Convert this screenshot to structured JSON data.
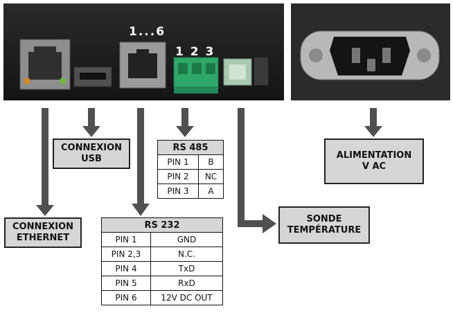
{
  "pin_labels": {
    "rj_range": "1...6",
    "terminal_numbers": "1 2 3"
  },
  "labels": {
    "usb": [
      "CONNEXION",
      "USB"
    ],
    "ethernet": [
      "CONNEXION",
      "ETHERNET"
    ],
    "power": [
      "ALIMENTATION",
      "V AC"
    ],
    "sensor": [
      "SONDE",
      "TEMPÉRATURE"
    ]
  },
  "rs485": {
    "title": "RS 485",
    "rows": [
      [
        "PIN 1",
        "B"
      ],
      [
        "PIN 2",
        "NC"
      ],
      [
        "PIN 3",
        "A"
      ]
    ]
  },
  "rs232": {
    "title": "RS 232",
    "rows": [
      [
        "PIN 1",
        "GND"
      ],
      [
        "PIN 2,3",
        "N.C."
      ],
      [
        "PIN 4",
        "TxD"
      ],
      [
        "PIN 5",
        "RxD"
      ],
      [
        "PIN 6",
        "12V DC OUT"
      ]
    ]
  },
  "colors": {
    "arrow": "#505050",
    "label_fill": "#d6d6d6",
    "panel": "#1c1c1c"
  }
}
